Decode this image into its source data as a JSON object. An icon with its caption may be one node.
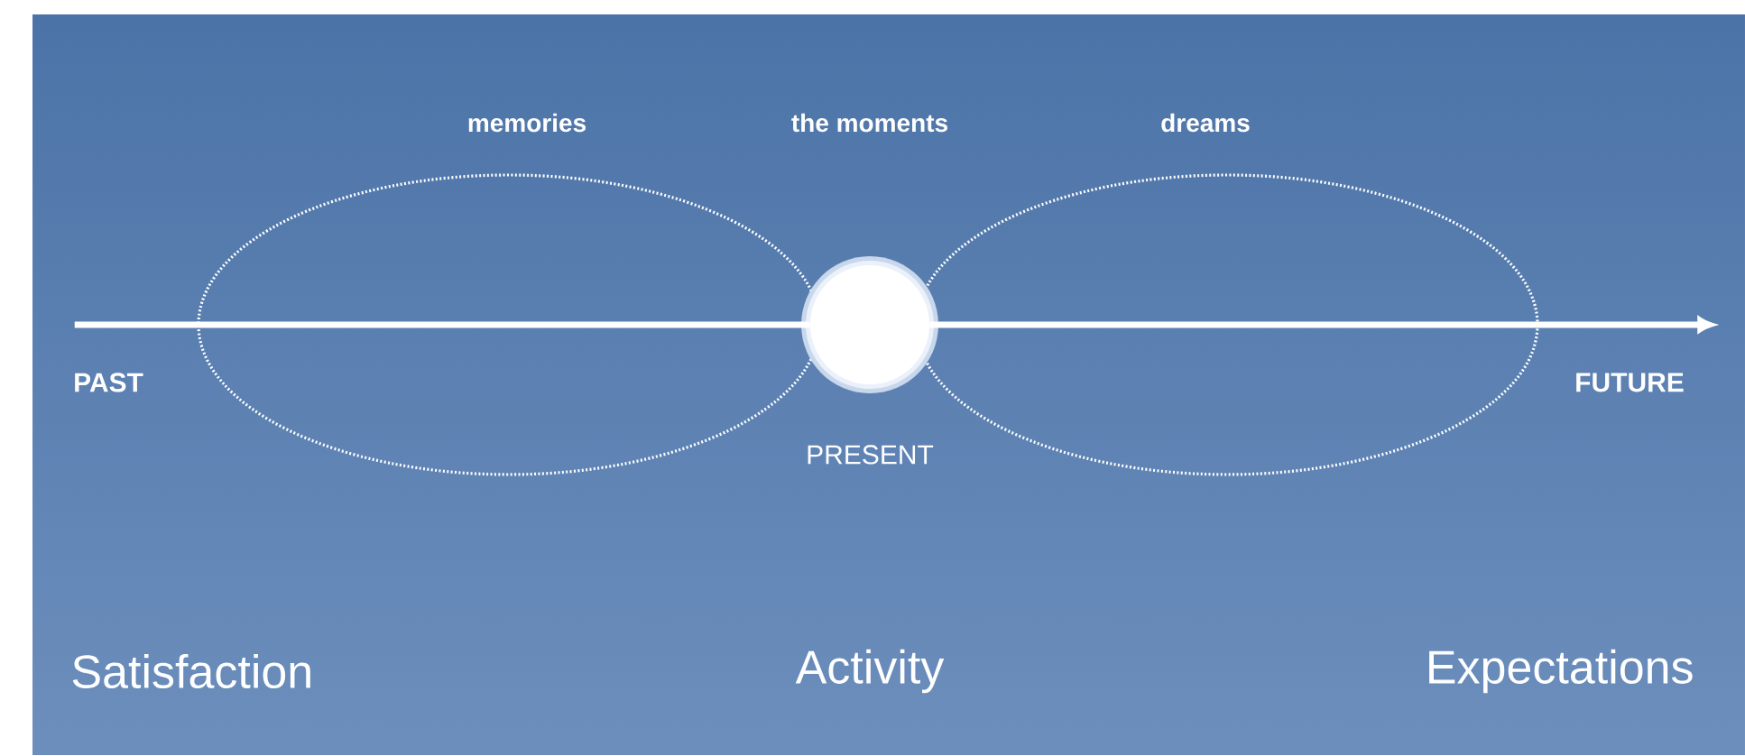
{
  "diagram": {
    "nodes": [
      {
        "text": [
          "PAST"
        ]
      },
      {
        "text": [
          "PRESENT"
        ]
      },
      {
        "text": [
          "FUTURE"
        ]
      }
    ],
    "edges": [
      {
        "from": 0,
        "to": 1,
        "arrow": "none"
      },
      {
        "from": 1,
        "to": 2,
        "arrow": "to"
      }
    ],
    "labels": [
      "memories",
      "the moments",
      "dreams",
      "Satisfaction",
      "Activity",
      "Expectations"
    ]
  }
}
